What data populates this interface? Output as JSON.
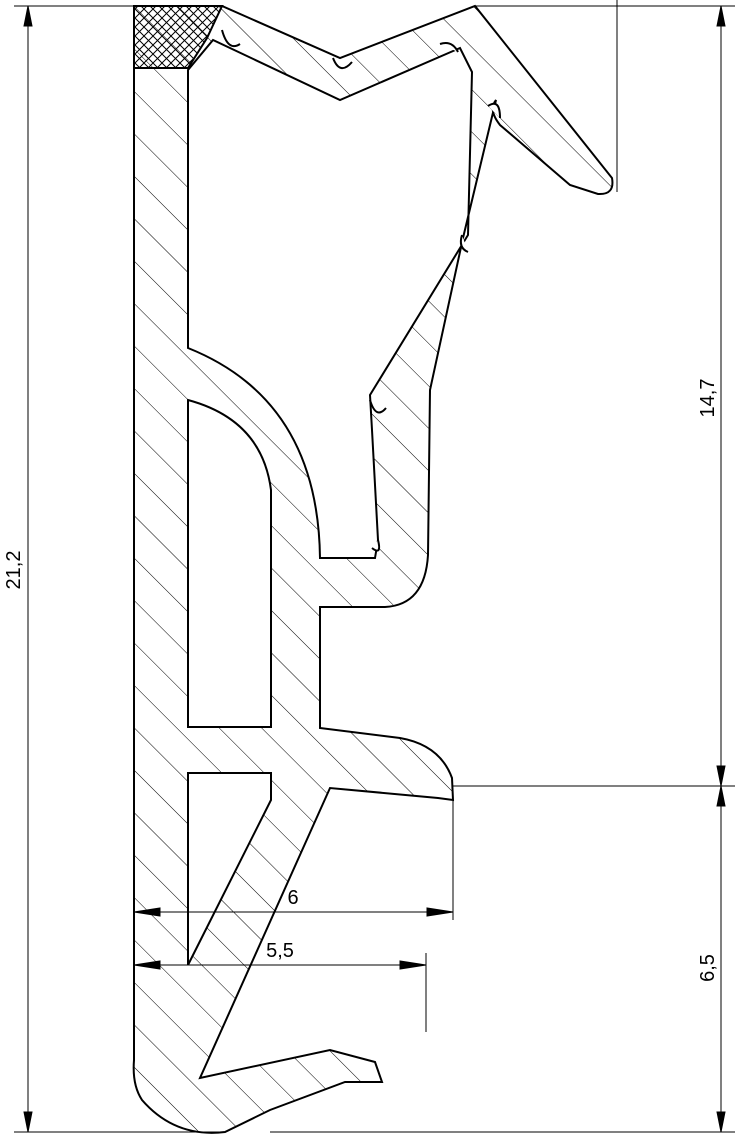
{
  "drawing": {
    "dimensions": {
      "overall_height": "21,2",
      "upper_height": "14,7",
      "lower_height": "6,5",
      "width_outer": "6",
      "width_inner": "5,5"
    },
    "colors": {
      "line": "#000000",
      "hatch": "#000000",
      "background": "#ffffff"
    }
  }
}
